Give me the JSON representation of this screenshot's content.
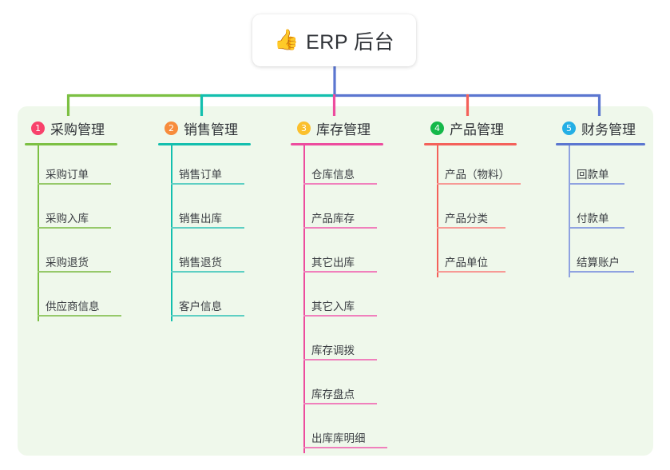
{
  "diagram": {
    "type": "mind-map",
    "title": "ERP 后台",
    "background_color": "#ffffff",
    "panel_color": "#eff8eb",
    "root": {
      "emoji": "👍",
      "emoji_name": "thumbs-up-icon",
      "label": "ERP 后台"
    },
    "branches": [
      {
        "index": "1",
        "badge_number": "1",
        "badge_color": "#f8426b",
        "line_color": "#7cc043",
        "title": "采购管理",
        "items": [
          "采购订单",
          "采购入库",
          "采购退货",
          "供应商信息"
        ]
      },
      {
        "index": "2",
        "badge_number": "2",
        "badge_color": "#f78c3c",
        "line_color": "#13bfae",
        "title": "销售管理",
        "items": [
          "销售订单",
          "销售出库",
          "销售退货",
          "客户信息"
        ]
      },
      {
        "index": "3",
        "badge_number": "3",
        "badge_color": "#fbc02d",
        "line_color": "#ed4c9e",
        "title": "库存管理",
        "items": [
          "仓库信息",
          "产品库存",
          "其它出库",
          "其它入库",
          "库存调拨",
          "库存盘点",
          "出库库明细"
        ]
      },
      {
        "index": "4",
        "badge_number": "4",
        "badge_color": "#15b84a",
        "line_color": "#f4615a",
        "title": "产品管理",
        "items": [
          "产品（物料）",
          "产品分类",
          "产品单位"
        ]
      },
      {
        "index": "5",
        "badge_number": "5",
        "badge_color": "#24afe5",
        "line_color": "#5b76d0",
        "title": "财务管理",
        "items": [
          "回款单",
          "付款单",
          "结算账户"
        ]
      }
    ],
    "connector_colors": {
      "root_stem": "#5b76d0",
      "segment_1": "#7cc043",
      "segment_2": "#13bfae",
      "segment_3": "#5b76d0",
      "segment_4": "#5b76d0",
      "drop_1": "#7cc043",
      "drop_2": "#13bfae",
      "drop_3": "#ed4c9e",
      "drop_4": "#f4615a",
      "drop_5": "#5b76d0"
    }
  }
}
